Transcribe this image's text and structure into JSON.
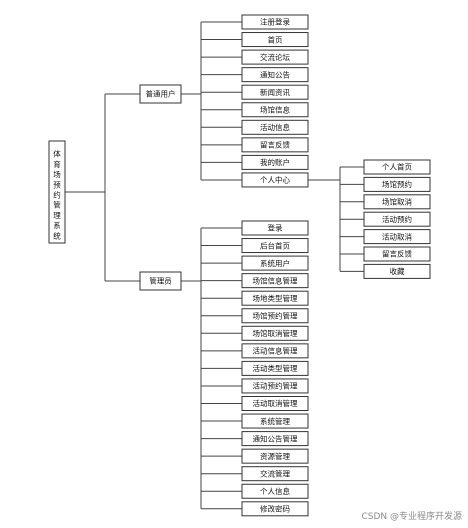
{
  "root": {
    "label": "体育场预约管理系统"
  },
  "groups": [
    {
      "label": "普通用户",
      "items": [
        "注册登录",
        "首页",
        "交流论坛",
        "通知公告",
        "新闻资讯",
        "场馆信息",
        "活动信息",
        "留言反馈",
        "我的账户",
        "个人中心"
      ]
    },
    {
      "label": "管理员",
      "items": [
        "登录",
        "后台首页",
        "系统用户",
        "场馆信息管理",
        "场地类型管理",
        "场馆预约管理",
        "场馆取消管理",
        "活动信息管理",
        "活动类型管理",
        "活动预约管理",
        "活动取消管理",
        "系统管理",
        "通知公告管理",
        "资源管理",
        "交流管理",
        "个人信息",
        "修改密码"
      ]
    }
  ],
  "sub": {
    "parent": "个人中心",
    "items": [
      "个人首页",
      "场馆预约",
      "场馆取消",
      "活动预约",
      "活动取消",
      "留言反馈",
      "收藏"
    ]
  },
  "watermark": "CSDN @专业程序开发源"
}
